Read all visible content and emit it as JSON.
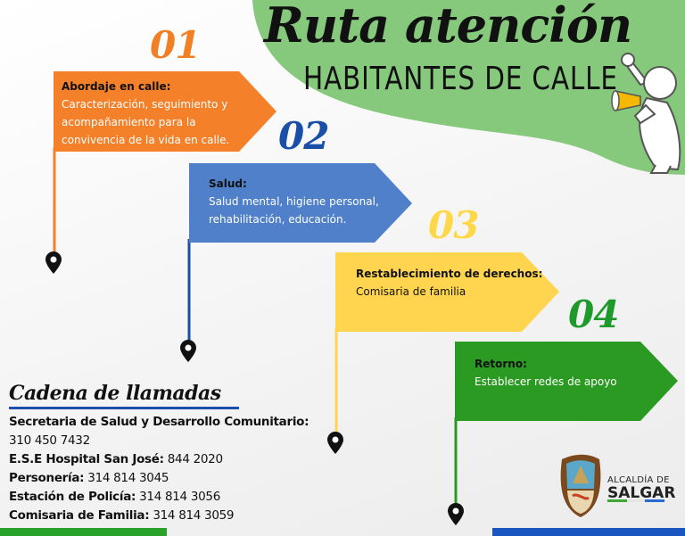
{
  "header": {
    "title": "Ruta atención",
    "subtitle": "HABITANTES DE CALLE"
  },
  "steps": [
    {
      "number": "01",
      "label": "Abordaje en calle:",
      "lines": [
        "Caracterización, seguimiento y",
        "acompañamiento para la",
        "convivencia de la vida en calle."
      ],
      "color": "#f4802a",
      "number_color": "#f07f25"
    },
    {
      "number": "02",
      "label": "Salud:",
      "lines": [
        "Salud mental, higiene personal,",
        "rehabilitación, educación."
      ],
      "color": "#4f80c9",
      "number_color": "#1a4fa8"
    },
    {
      "number": "03",
      "label": "Restablecimiento de derechos:",
      "lines": [
        "Comisaria de familia"
      ],
      "color": "#ffd54f",
      "number_color": "#ffd84a"
    },
    {
      "number": "04",
      "label": "Retorno:",
      "lines": [
        "Establecer redes de apoyo"
      ],
      "color": "#2b9a22",
      "number_color": "#1e9a2a"
    }
  ],
  "calls": {
    "title": "Cadena de llamadas",
    "entries": [
      {
        "name": "Secretaria de Salud y Desarrollo Comunitario:",
        "phone": "310 450 7432"
      },
      {
        "name": "E.S.E Hospital San José:",
        "phone": "844 2020"
      },
      {
        "name": "Personería:",
        "phone": "314 814 3045"
      },
      {
        "name": "Estación de Policía:",
        "phone": "314 814 3056"
      },
      {
        "name": "Comisaria de Familia:",
        "phone": "314 814 3059"
      }
    ]
  },
  "logo": {
    "line1": "ALCALDÍA DE",
    "line2": "SALGAR"
  },
  "colors": {
    "blob": "#86c97d",
    "bar_green": "#2aa12a",
    "bar_blue": "#1a56c0"
  }
}
